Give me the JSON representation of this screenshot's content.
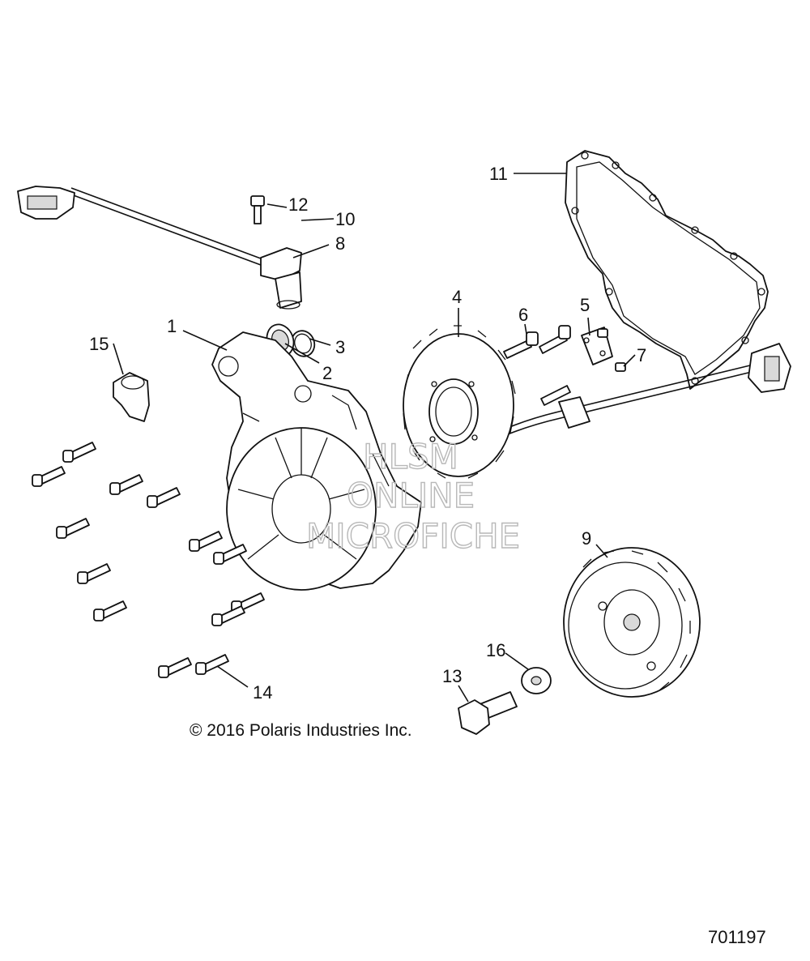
{
  "callouts": {
    "c1": "1",
    "c2": "2",
    "c3": "3",
    "c4": "4",
    "c5": "5",
    "c6": "6",
    "c7": "7",
    "c8": "8",
    "c9": "9",
    "c10": "10",
    "c11": "11",
    "c12": "12",
    "c13": "13",
    "c14": "14",
    "c15": "15",
    "c16": "16"
  },
  "copyright": "© 2016 Polaris Industries Inc.",
  "figure_number": "701197",
  "watermark": {
    "line1": "HLSM",
    "line2": "ONLINE",
    "line3": "MICROFICHE"
  }
}
